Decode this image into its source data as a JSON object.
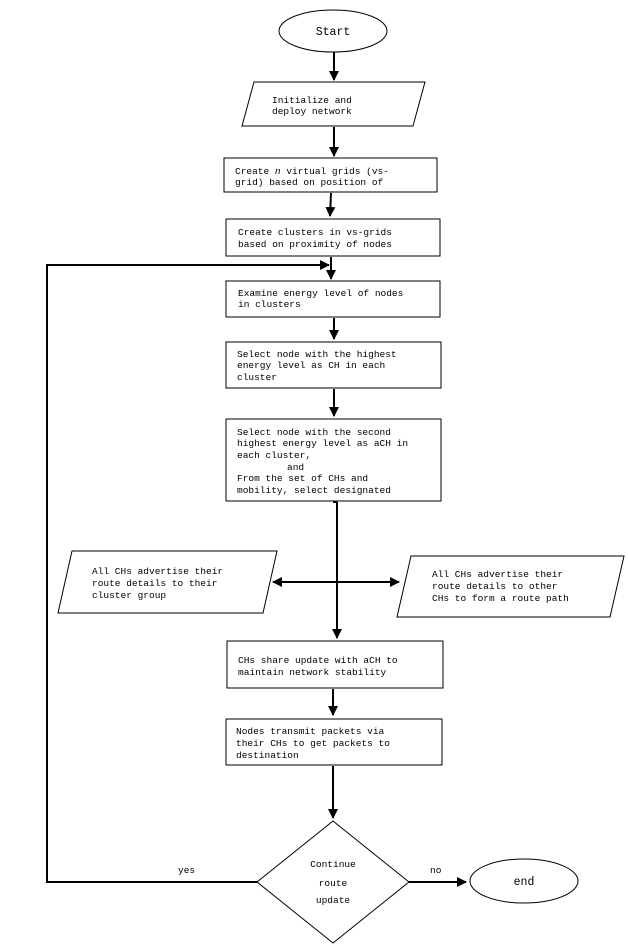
{
  "nodes": {
    "start": "Start",
    "init": [
      "Initialize and",
      "deploy network"
    ],
    "grids": [
      "Create n virtual grids (vs-",
      "grid) based on position of"
    ],
    "grids_italic_word": "n",
    "clusters": [
      "Create clusters in vs-grids",
      "based on proximity of nodes"
    ],
    "examine": [
      "Examine energy level of nodes",
      "in clusters"
    ],
    "select_ch": [
      "Select node with the highest",
      "energy level as CH in each",
      "cluster"
    ],
    "select_ach": [
      "Select node with the second",
      "highest energy level as aCH in",
      "each cluster,",
      "and",
      "From the set of CHs and",
      "mobility, select designated"
    ],
    "advertise_cluster": [
      "All CHs advertise their",
      "route details to their",
      "cluster group"
    ],
    "advertise_route": [
      "All CHs advertise their",
      "route details to other",
      "CHs to form a route path"
    ],
    "share": [
      "CHs share update with aCH to",
      "maintain network stability"
    ],
    "transmit": [
      "Nodes transmit packets via",
      "their CHs to get packets to",
      "destination"
    ],
    "decision": [
      "Continue",
      "route",
      "update"
    ],
    "end": "end"
  },
  "edge_labels": {
    "yes": "yes",
    "no": "no"
  }
}
